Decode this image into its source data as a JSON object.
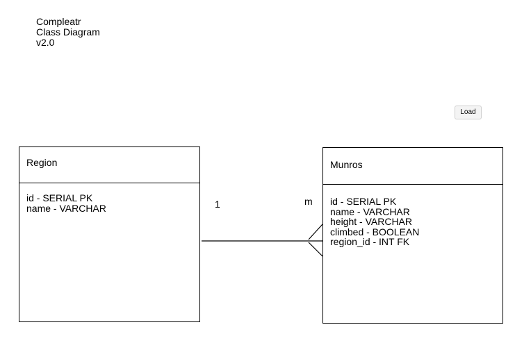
{
  "title_block": {
    "line1": "Compleatr",
    "line2": "Class Diagram",
    "line3": "v2.0"
  },
  "toolbar": {
    "load_label": "Load"
  },
  "entities": {
    "region": {
      "name": "Region",
      "attributes": [
        "id - SERIAL PK",
        "name - VARCHAR"
      ]
    },
    "munros": {
      "name": "Munros",
      "attributes": [
        "id - SERIAL PK",
        "name - VARCHAR",
        "height - VARCHAR",
        "climbed - BOOLEAN",
        "region_id - INT FK"
      ]
    }
  },
  "relationship": {
    "from": "Region",
    "to": "Munros",
    "from_multiplicity": "1",
    "to_multiplicity": "m",
    "notation": "crow-foot"
  }
}
